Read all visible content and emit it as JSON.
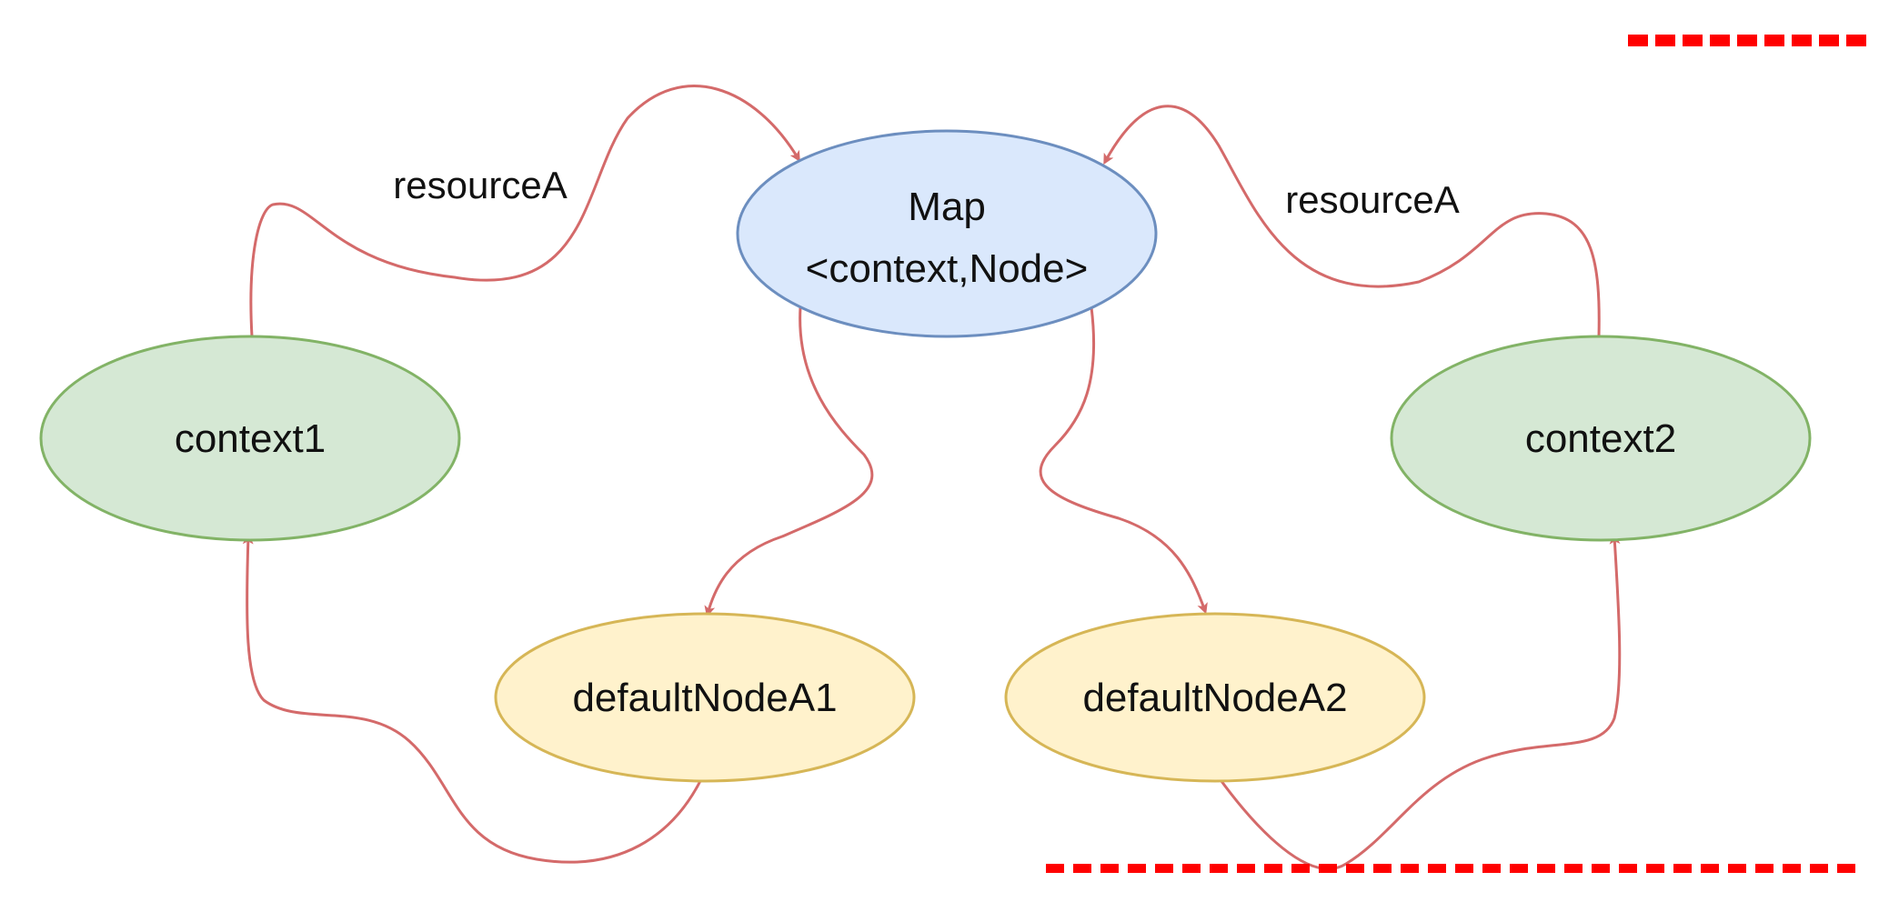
{
  "diagram": {
    "colors": {
      "edge": "#d46a6a",
      "node_map_fill": "#dae8fc",
      "node_map_stroke": "#6c8ebf",
      "node_context_fill": "#d5e8d4",
      "node_context_stroke": "#82b366",
      "node_default_fill": "#fff2cc",
      "node_default_stroke": "#d6b656",
      "watermark": "#ff0000"
    },
    "nodes": {
      "map": {
        "line1": "Map",
        "line2": "<context,Node>"
      },
      "context1": {
        "label": "context1"
      },
      "context2": {
        "label": "context2"
      },
      "default1": {
        "label": "defaultNodeA1"
      },
      "default2": {
        "label": "defaultNodeA2"
      }
    },
    "edges": {
      "ctx1_to_map": "resourceA",
      "ctx2_to_map": "resourceA"
    }
  }
}
